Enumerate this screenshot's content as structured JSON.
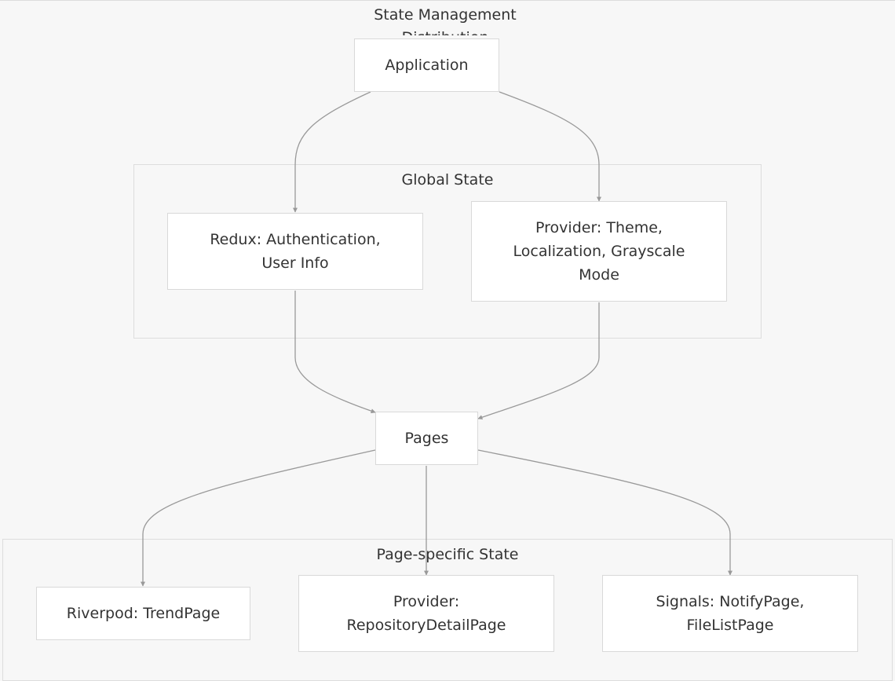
{
  "diagram": {
    "title": "State Management Distribution",
    "groups": {
      "global": {
        "label": "Global State"
      },
      "page_specific": {
        "label": "Page-specific State"
      }
    },
    "nodes": {
      "application": "Application",
      "redux": "Redux: Authentication,\nUser Info",
      "provider_theme": "Provider: Theme,\nLocalization, Grayscale\nMode",
      "pages": "Pages",
      "riverpod": "Riverpod: TrendPage",
      "provider_repo": "Provider:\nRepositoryDetailPage",
      "signals": "Signals: NotifyPage,\nFileListPage"
    },
    "edges": [
      {
        "from": "application",
        "to": "redux"
      },
      {
        "from": "application",
        "to": "provider_theme"
      },
      {
        "from": "redux",
        "to": "pages"
      },
      {
        "from": "provider_theme",
        "to": "pages"
      },
      {
        "from": "pages",
        "to": "riverpod"
      },
      {
        "from": "pages",
        "to": "provider_repo"
      },
      {
        "from": "pages",
        "to": "signals"
      }
    ],
    "colors": {
      "background": "#f7f7f7",
      "node_fill": "#ffffff",
      "node_border": "#d9d9d9",
      "group_border": "#dddddd",
      "edge": "#999999",
      "text": "#333333"
    }
  }
}
